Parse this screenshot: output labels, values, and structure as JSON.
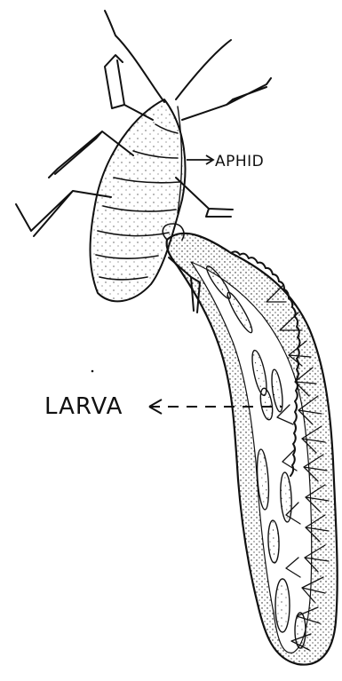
{
  "labels": {
    "aphid": "APHID",
    "larva": "LARVA"
  },
  "ink_color": "#111111",
  "background_color": "#ffffff",
  "drawing": {
    "subject_top": "aphid-drawing",
    "subject_bottom": "larva-drawing",
    "style": "hand-drawn black ink sketch"
  }
}
